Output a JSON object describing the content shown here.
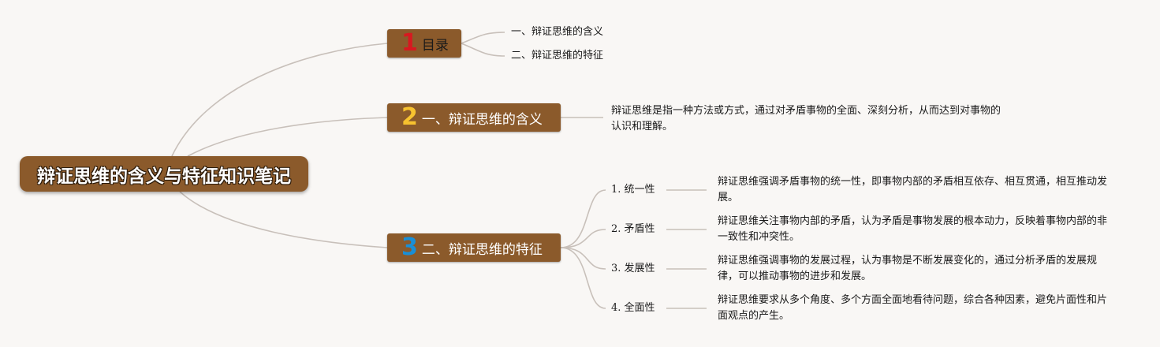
{
  "root": {
    "title": "辩证思维的含义与特征知识笔记"
  },
  "branches": [
    {
      "number": "1",
      "label": "目录",
      "children": [
        "一、辩证思维的含义",
        "二、辩证思维的特征"
      ]
    },
    {
      "number": "2",
      "label": "一、辩证思维的含义",
      "children": [
        "辩证思维是指一种方法或方式，通过对矛盾事物的全面、深刻分析，从而达到对事物的认识和理解。"
      ]
    },
    {
      "number": "3",
      "label": "二、辩证思维的特征",
      "features": [
        {
          "name": "1. 统一性",
          "desc": "辩证思维强调矛盾事物的统一性，即事物内部的矛盾相互依存、相互贯通，相互推动发展。"
        },
        {
          "name": "2. 矛盾性",
          "desc": "辩证思维关注事物内部的矛盾，认为矛盾是事物发展的根本动力，反映着事物内部的非一致性和冲突性。"
        },
        {
          "name": "3. 发展性",
          "desc": "辩证思维强调事物的发展过程，认为事物是不断发展变化的，通过分析矛盾的发展规律，可以推动事物的进步和发展。"
        },
        {
          "name": "4. 全面性",
          "desc": "辩证思维要求从多个角度、多个方面全面地看待问题，综合各种因素，避免片面性和片面观点的产生。"
        }
      ]
    }
  ],
  "colors": {
    "node": "#8b5a2b",
    "line": "#c8c0ba",
    "num1": "#d71920",
    "num2": "#f7c22f",
    "num3": "#1a8fd6"
  }
}
